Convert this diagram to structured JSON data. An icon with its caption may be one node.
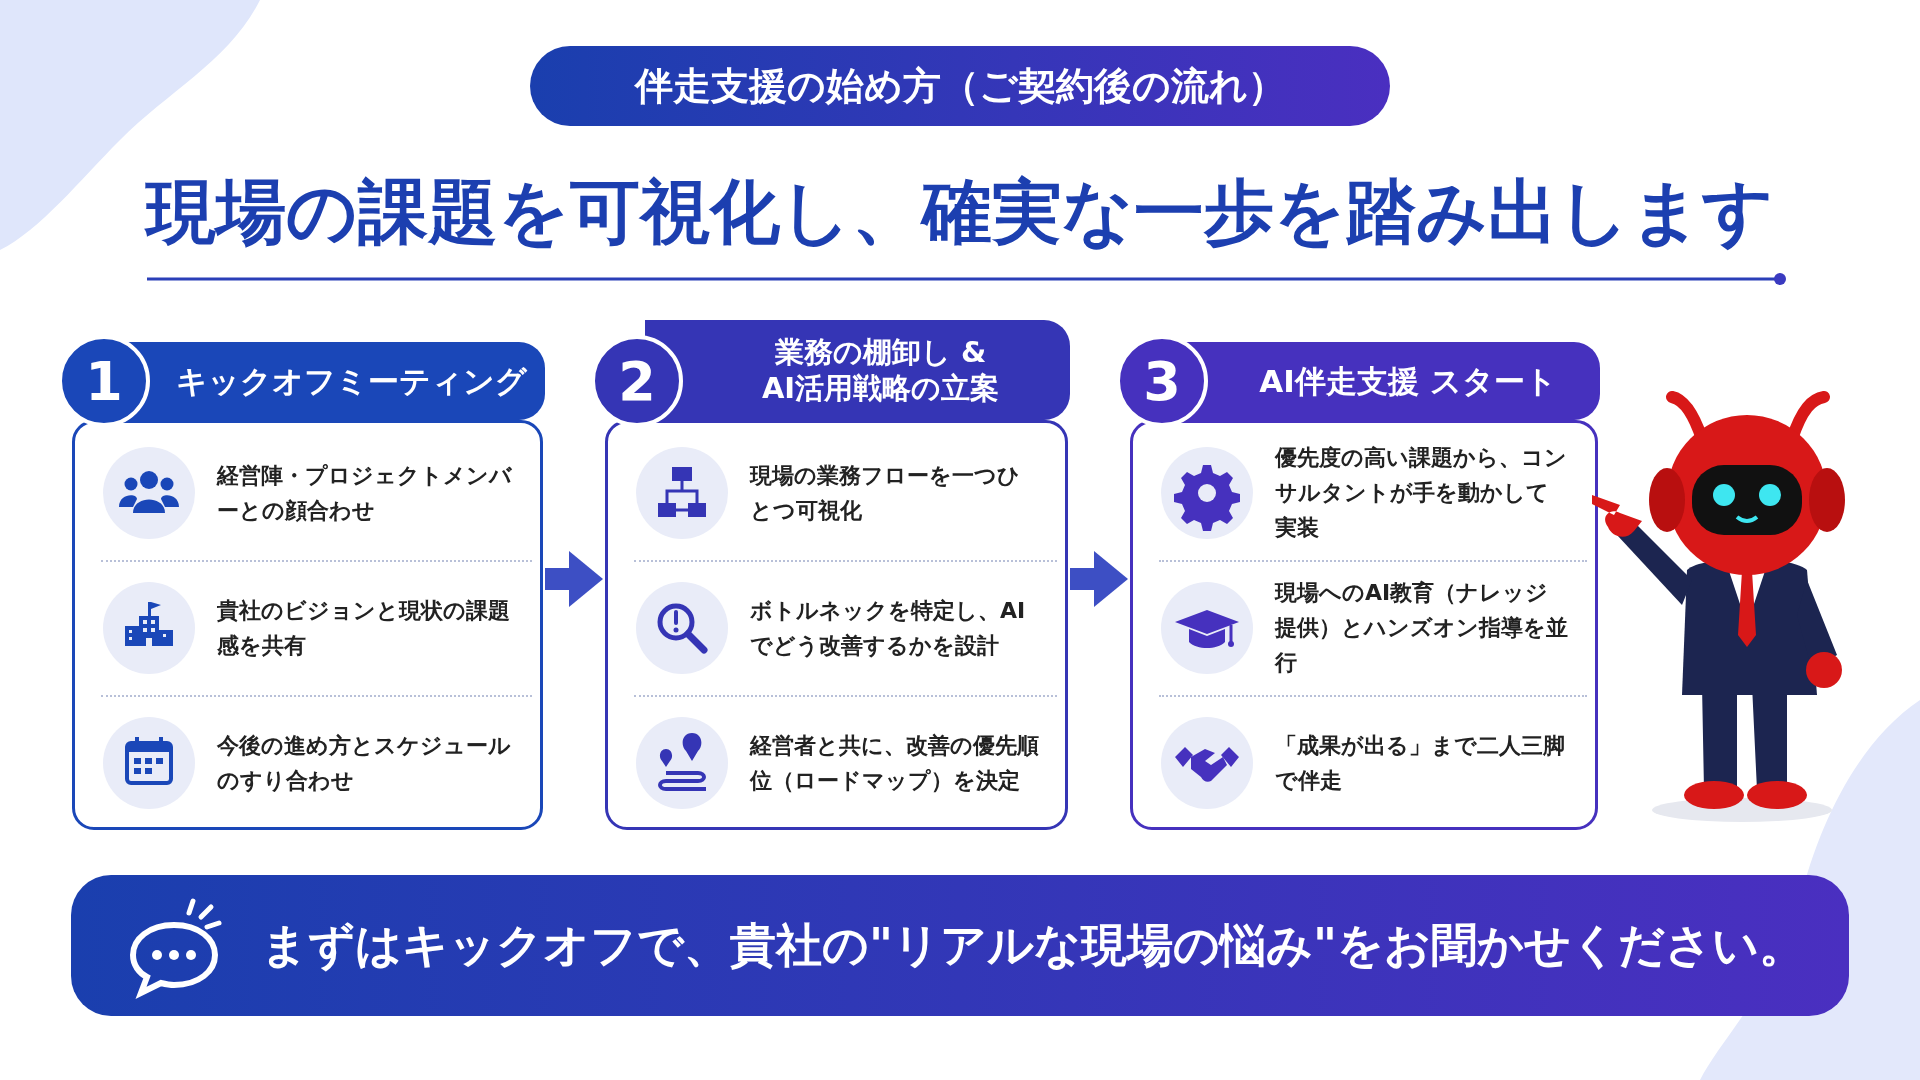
{
  "diagram": {
    "title": "現場の課題を可視化し、確実な一歩を踏み出します",
    "nodes": [
      {
        "text": [
          "1",
          "キックオフミーティング"
        ]
      },
      {
        "text": [
          "経営陣・プロジェクトメンバーとの顔合わせ"
        ],
        "in": 0
      },
      {
        "text": [
          "貴社のビジョンと現状の課題感を共有"
        ],
        "in": 0
      },
      {
        "text": [
          "今後の進め方とスケジュールのすり合わせ"
        ],
        "in": 0
      },
      {
        "text": [
          "2",
          "業務の棚卸し & AI活用戦略の立案"
        ]
      },
      {
        "text": [
          "現場の業務フローを一つひとつ可視化"
        ],
        "in": 4
      },
      {
        "text": [
          "ボトルネックを特定し、AIでどう改善するかを設計"
        ],
        "in": 4
      },
      {
        "text": [
          "経営者と共に、改善の優先順位（ロードマップ）を決定"
        ],
        "in": 4
      },
      {
        "text": [
          "3",
          "AI伴走支援 スタート"
        ]
      },
      {
        "text": [
          "優先度の高い課題から、コンサルタントが手を動かして実装"
        ],
        "in": 8
      },
      {
        "text": [
          "現場へのAI教育（ナレッジ提供）とハンズオン指導を並行"
        ],
        "in": 8
      },
      {
        "text": [
          "「成果が出る」まで二人三脚で伴走"
        ],
        "in": 8
      },
      {
        "text": [
          "伴走支援の始め方（ご契約後の流れ）"
        ]
      },
      {
        "text": [
          "まずはキックオフで、貴社の**\"リアルな現場の悩み\"**をお聞かせください。"
        ]
      }
    ],
    "edges": [
      {
        "from": 0,
        "to": 4,
        "arrow": "to"
      },
      {
        "from": 4,
        "to": 8,
        "arrow": "to"
      }
    ]
  }
}
